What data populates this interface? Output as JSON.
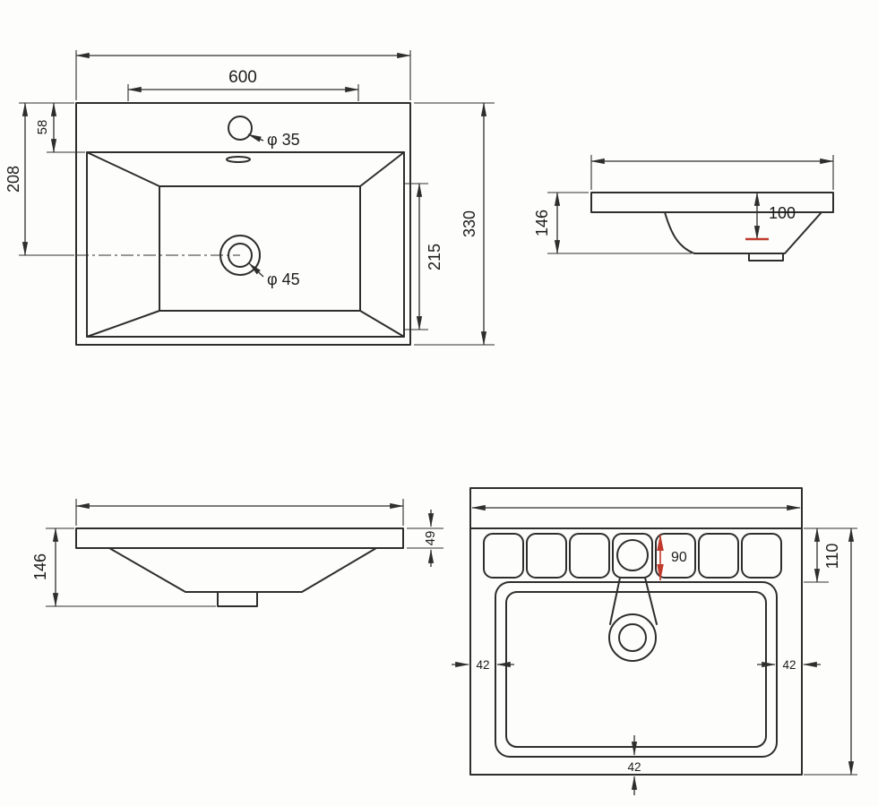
{
  "top_view": {
    "dim_top_width": "600",
    "dim_deck_depth": "58",
    "dim_front_to_drain": "208",
    "dim_basin_depth": "215",
    "dim_overall_depth": "330",
    "faucet_hole": "φ 35",
    "drain_hole": "φ 45"
  },
  "side_view": {
    "dim_height": "146",
    "dim_bowl_depth": "100"
  },
  "front_view": {
    "dim_height": "146",
    "dim_rim_thickness": "49"
  },
  "bottom_view": {
    "dim_faucet_band": "90",
    "dim_top_band": "110",
    "dim_side_gap_left": "42",
    "dim_side_gap_right": "42",
    "dim_bottom_gap": "42"
  },
  "colors": {
    "line": "#2e2e2e",
    "accent_red": "#c0392b",
    "background": "#fdfdfb"
  }
}
